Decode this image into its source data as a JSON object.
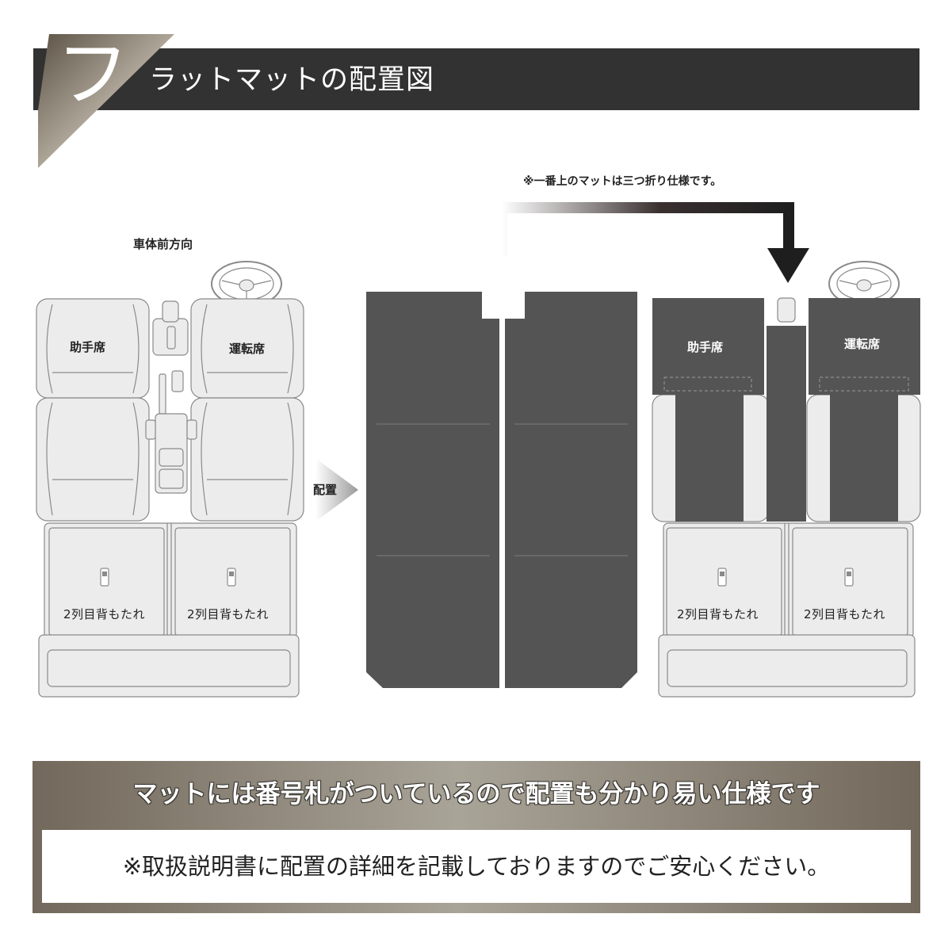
{
  "header": {
    "big_letter": "フ",
    "title": "ラットマットの配置図"
  },
  "labels": {
    "front_direction": "車体前方向",
    "note": "※一番上のマットは三つ折り仕様です。",
    "arrow": "配置",
    "passenger_seat": "助手席",
    "driver_seat": "運転席",
    "rear_backrest_left": "2列目背もたれ",
    "rear_backrest_right": "2列目背もたれ"
  },
  "footer": {
    "heading": "マットには番号札がついているので配置も分かり易い仕様です",
    "note": "※取扱説明書に配置の詳細を記載しておりますのでご安心ください。"
  },
  "colors": {
    "header_bar": "#333232",
    "mat": "#555454",
    "seat_fill": "#ececec",
    "seat_stroke": "#8a8a8a",
    "footer_dark": "#72685b",
    "footer_light": "#a9a498"
  }
}
